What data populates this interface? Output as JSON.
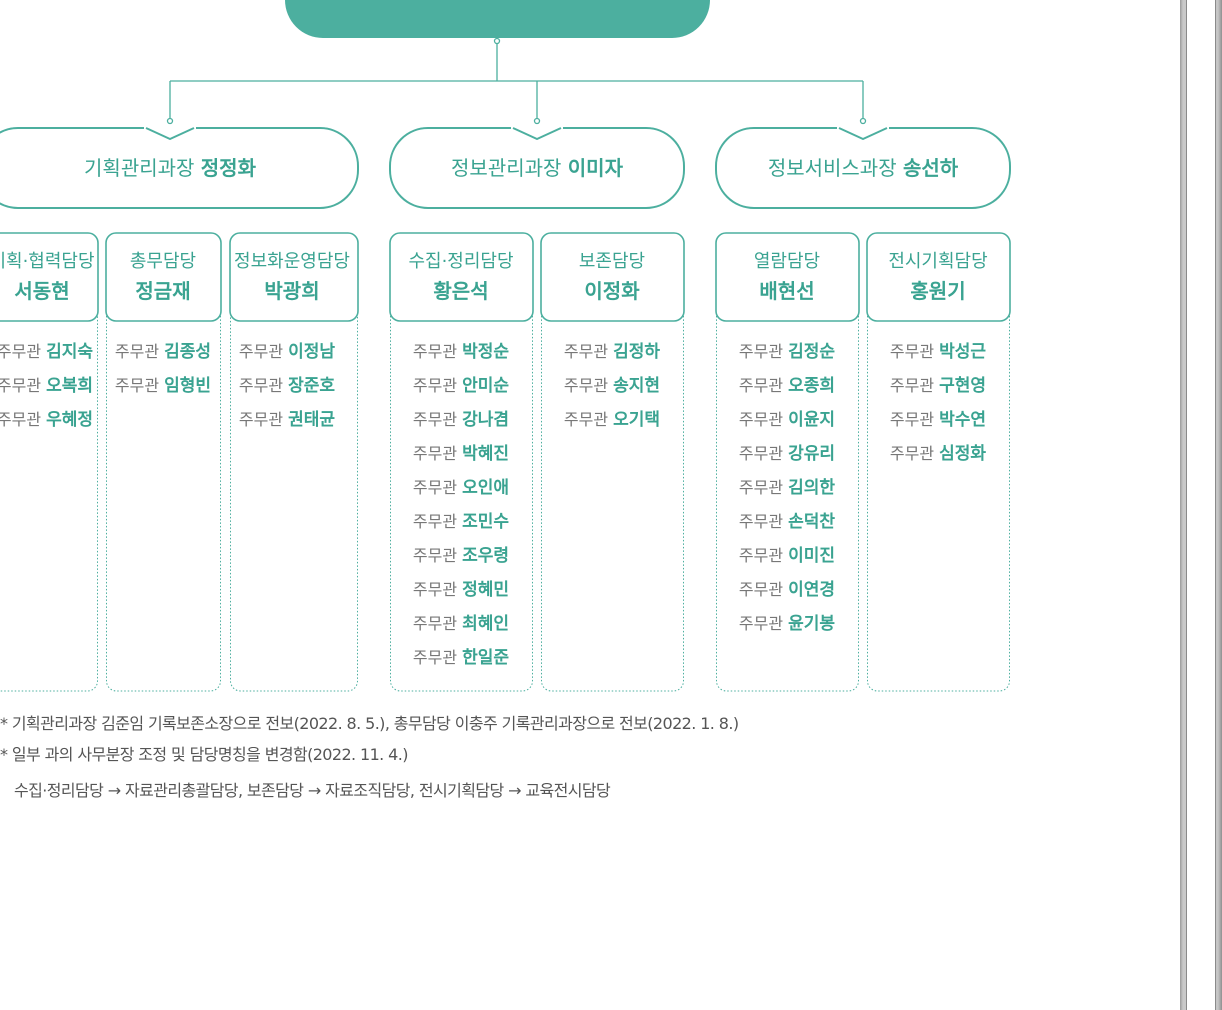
{
  "director": {
    "title": "",
    "name": ""
  },
  "divisions": [
    {
      "title": "기획관리과장",
      "name": "정정화"
    },
    {
      "title": "정보관리과장",
      "name": "이미자"
    },
    {
      "title": "정보서비스과장",
      "name": "송선하"
    }
  ],
  "teams": [
    {
      "title": "기획·협력담당",
      "head": "서동현",
      "role": "주무관",
      "members": [
        "김지숙",
        "오복희",
        "우혜정"
      ]
    },
    {
      "title": "총무담당",
      "head": "정금재",
      "role": "주무관",
      "members": [
        "김종성",
        "임형빈"
      ]
    },
    {
      "title": "정보화운영담당",
      "head": "박광희",
      "role": "주무관",
      "members": [
        "이정남",
        "장준호",
        "권태균"
      ]
    },
    {
      "title": "수집·정리담당",
      "head": "황은석",
      "role": "주무관",
      "members": [
        "박정순",
        "안미순",
        "강나겸",
        "박혜진",
        "오인애",
        "조민수",
        "조우령",
        "정혜민",
        "최혜인",
        "한일준"
      ]
    },
    {
      "title": "보존담당",
      "head": "이정화",
      "role": "주무관",
      "members": [
        "김정하",
        "송지현",
        "오기택"
      ]
    },
    {
      "title": "열람담당",
      "head": "배현선",
      "role": "주무관",
      "members": [
        "김정순",
        "오종희",
        "이윤지",
        "강유리",
        "김의한",
        "손덕찬",
        "이미진",
        "이연경",
        "윤기봉"
      ]
    },
    {
      "title": "전시기획담당",
      "head": "홍원기",
      "role": "주무관",
      "members": [
        "박성근",
        "구현영",
        "박수연",
        "심정화"
      ]
    }
  ],
  "notes": [
    "*  기획관리과장 김준임 기록보존소장으로 전보(2022. 8. 5.), 총무담당 이충주 기록관리과장으로 전보(2022. 1. 8.)",
    "*  일부 과의 사무분장 조정 및 담당명칭을 변경함(2022. 11. 4.)",
    "수집·정리담당 → 자료관리총괄담당, 보존담당 → 자료조직담당, 전시기획담당 → 교육전시담당"
  ],
  "colors": {
    "accent": "#4caf9f",
    "accent_text": "#3aa391",
    "text_gray": "#777777"
  },
  "icons": {
    "scroll_track": "scrollbar-track"
  }
}
